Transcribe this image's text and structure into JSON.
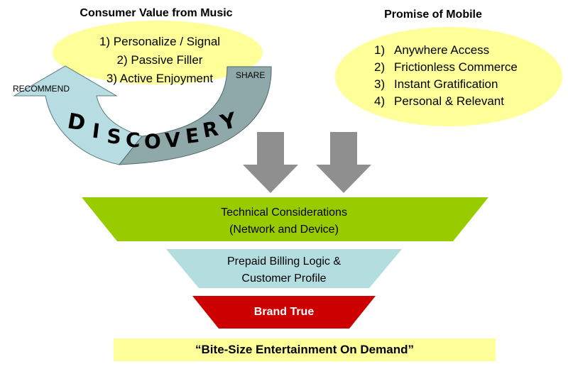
{
  "consumer": {
    "title": "Consumer Value from Music",
    "items": [
      "1) Personalize / Signal",
      "2) Passive Filler",
      "3) Active Enjoyment"
    ]
  },
  "mobile": {
    "title": "Promise of Mobile",
    "items": [
      {
        "num": "1)",
        "text": "Anywhere Access"
      },
      {
        "num": "2)",
        "text": "Frictionless Commerce"
      },
      {
        "num": "3)",
        "text": "Instant Gratification"
      },
      {
        "num": "4)",
        "text": "Personal & Relevant"
      }
    ]
  },
  "cycle": {
    "recommend": "RECOMMEND",
    "share": "SHARE",
    "discovery": [
      "D",
      "I",
      "S",
      "C",
      "O",
      "V",
      "E",
      "R",
      "Y"
    ]
  },
  "funnel": {
    "technical": [
      "Technical Considerations",
      "(Network and Device)"
    ],
    "billing": [
      "Prepaid Billing Logic &",
      "Customer Profile"
    ],
    "brand": "Brand True"
  },
  "tagline": "“Bite-Size Entertainment On Demand”",
  "colors": {
    "ellipse": "#ffff99",
    "arrow_left": "#b7dde3",
    "arrow_right": "#8fa9ab",
    "down_arrow": "#8f8f8f",
    "technical": "#99cc00",
    "billing": "#b4dde0",
    "brand": "#cc0000",
    "tagline_bg": "#ffff99"
  }
}
